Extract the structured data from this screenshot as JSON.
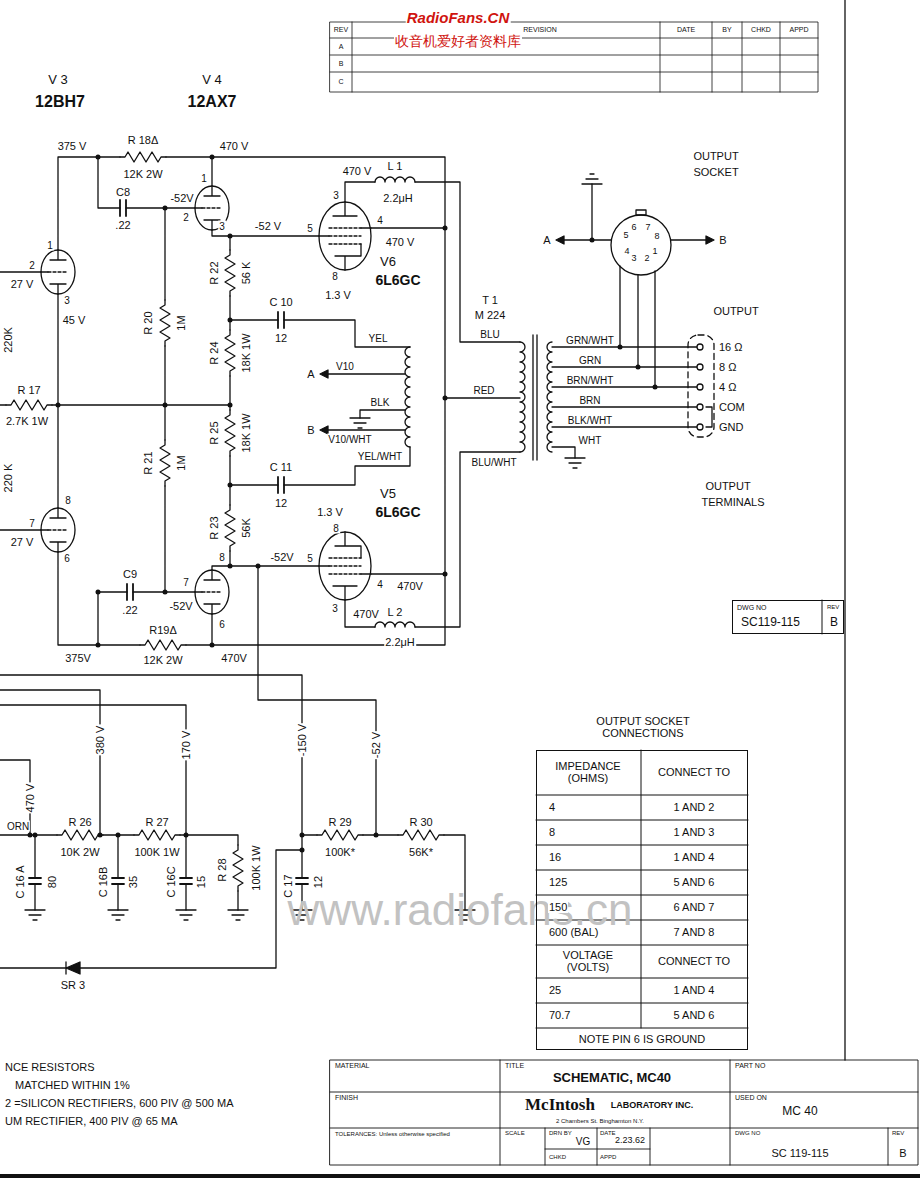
{
  "diagram": {
    "nodes": [
      {
        "text": [
          "OUTPUT SOCKET CONNECTIONS"
        ]
      },
      {
        "text": [
          "DWG NO",
          "SC119-115",
          "REV",
          "B"
        ]
      }
    ],
    "labels": [
      "RadioFans.CN",
      "收音机爱好者资料库",
      "REV",
      "A",
      "B",
      "C",
      "REVISION",
      "DATE",
      "BY",
      "CHKD",
      "APPD",
      "V 3",
      "12BH7",
      "V 4",
      "12AX7",
      "375 V",
      "R 18Δ",
      "470 V",
      "12K 2W",
      "C8",
      ".22",
      "-52V",
      "1",
      "2",
      "3",
      "-52 V",
      "470 V",
      "3",
      "L 1",
      "2.2μH",
      "5",
      "4",
      "470 V",
      "8",
      "V6",
      "6L6GC",
      "1.3 V",
      "R 22",
      "56 K",
      "C 10",
      "12",
      "R 20",
      "1M",
      "YEL",
      "A",
      "V10",
      "BLK",
      "B",
      "V10/WHT",
      "YEL/WHT",
      "R 24",
      "18K 1W",
      "R 25",
      "18K 1W",
      "R 21",
      "1M",
      "C 11",
      "12",
      "1.3 V",
      "V5",
      "6L6GC",
      "R 23",
      "56K",
      "8",
      "8",
      "7",
      "-52V",
      "-52V",
      "6",
      "5",
      "4",
      "470V",
      "3",
      "470V",
      "L 2",
      "2.2μH",
      "C9",
      ".22",
      "R19Δ",
      "12K 2W",
      "375V",
      "470V",
      "1",
      "2",
      "27 V",
      "3",
      "45 V",
      "220K",
      "R 17",
      "2.7K 1W",
      "220 K",
      "8",
      "7",
      "27 V",
      "6",
      "T 1",
      "M 224",
      "BLU",
      "RED",
      "BLU/WHT",
      "GRN/WHT",
      "GRN",
      "BRN/WHT",
      "BRN",
      "BLK/WHT",
      "WHT",
      "OUTPUT",
      "SOCKET",
      "A",
      "B",
      "5",
      "6",
      "7",
      "8",
      "4",
      "3",
      "2",
      "1",
      "OUTPUT",
      "16 Ω",
      "8 Ω",
      "4 Ω",
      "COM",
      "GND",
      "OUTPUT",
      "TERMINALS",
      "380 V",
      "170 V",
      "-150 V",
      "-52 V",
      "470 V",
      "ORN",
      "R 26",
      "10K 2W",
      "R 27",
      "100K 1W",
      "R 29",
      "100K*",
      "R 30",
      "56K*",
      "C 16 A",
      "80",
      "C 16B",
      "35",
      "C 16C",
      "15",
      "R 28",
      "100K 1W",
      "C 17",
      "12",
      "SR 3",
      "www.radiofans.cn",
      "NCE RESISTORS",
      "MATCHED WITHIN 1%",
      "2 =SILICON RECTIFIERS, 600 PIV @ 500 MA",
      "UM RECTIFIER, 400 PIV @ 65 MA",
      "IMPEDANCE (OHMS)",
      "CONNECT TO",
      "4",
      "1 AND 2",
      "8",
      "1 AND 3",
      "16",
      "1 AND 4",
      "125",
      "5 AND 6",
      "150",
      "6 AND 7",
      "600 (BAL)",
      "7 AND 8",
      "VOLTAGE (VOLTS)",
      "CONNECT TO",
      "25",
      "1 AND 4",
      "70.7",
      "5 AND 6",
      "NOTE PIN 6 IS GROUND",
      "MATERIAL",
      "FINISH",
      "TOLERANCES: Unless otherwise specified",
      "TITLE",
      "SCHEMATIC, MC40",
      "McIntosh",
      "LABORATORY INC.",
      "2 Chambers St. Binghamton N.Y.",
      "PART NO",
      "USED ON",
      "MC 40",
      "SCALE",
      "DRN BY",
      "VG",
      "CHKD",
      "DATE",
      "2.23.62",
      "APPD",
      "DWG NO",
      "SC 119-115",
      "REV",
      "B"
    ]
  }
}
